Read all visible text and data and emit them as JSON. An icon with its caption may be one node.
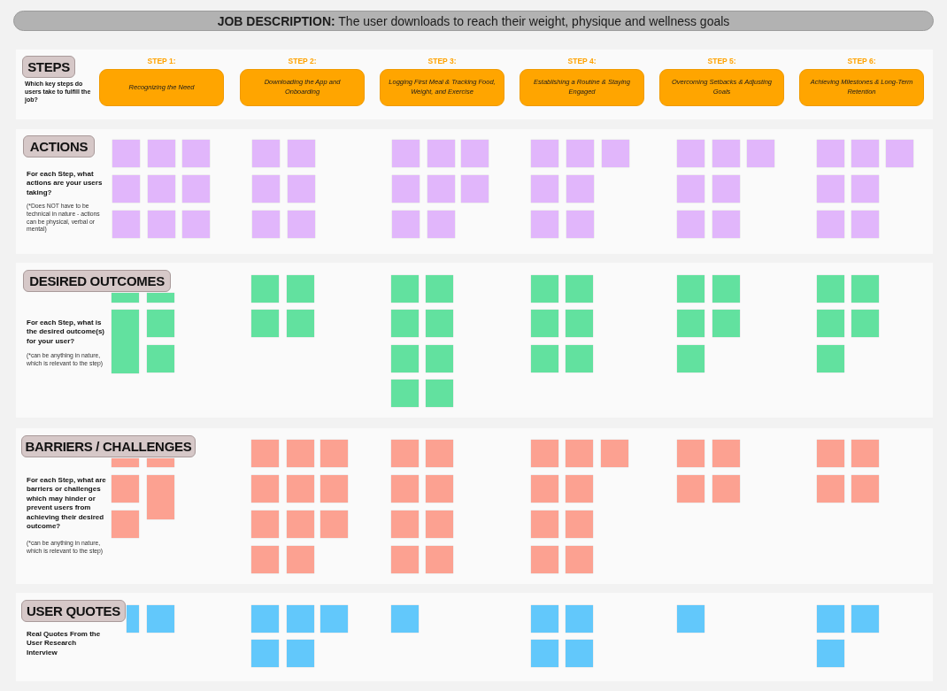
{
  "diagram": {
    "title": "**JOB DESCRIPTION:** The user downloads to reach their weight, physique and wellness goals",
    "nodes": [
      {
        "text": [
          "Which key steps do users take to fulfill the job?"
        ]
      },
      {
        "text": [
          "STEPS"
        ],
        "in": 0
      },
      {
        "text": [
          "STEP 1:",
          "Recognizing the Need"
        ],
        "in": 0
      },
      {
        "text": [
          "STEP 2:",
          "Downloading the App and Onboarding"
        ],
        "in": 0
      },
      {
        "text": [
          "STEP 3:",
          "Logging First Meal & Tracking Food, Weight, and Exercise"
        ],
        "in": 0
      },
      {
        "text": [
          "STEP 4:",
          "Establishing a Routine & Staying Engaged"
        ],
        "in": 0
      },
      {
        "text": [
          "STEP 5:",
          "Overcoming Setbacks & Adjusting Goals"
        ],
        "in": 0
      },
      {
        "text": [
          "STEP 6:",
          "Achieving Milestones & Long-Term Retention"
        ],
        "in": 0
      },
      {
        "text": [
          "For each Step, what actions are your users taking?",
          "(*Does NOT have to be technical in nature - actions can be physical, verbal or mental)"
        ]
      },
      {
        "text": [
          "ACTIONS"
        ],
        "in": 8
      },
      {
        "text": [],
        "shape": "box",
        "in": 8
      },
      {
        "text": [],
        "shape": "box",
        "in": 8
      },
      {
        "text": [],
        "shape": "box",
        "in": 8
      },
      {
        "text": [],
        "shape": "box",
        "in": 8
      },
      {
        "text": [],
        "shape": "box",
        "in": 8
      },
      {
        "text": [],
        "shape": "box",
        "in": 8
      },
      {
        "text": [],
        "shape": "box",
        "in": 8
      },
      {
        "text": [],
        "shape": "box",
        "in": 8
      },
      {
        "text": [],
        "shape": "box",
        "in": 8
      },
      {
        "text": [],
        "shape": "box",
        "in": 8
      },
      {
        "text": [],
        "shape": "box",
        "in": 8
      },
      {
        "text": [],
        "shape": "box",
        "in": 8
      },
      {
        "text": [],
        "shape": "box",
        "in": 8
      },
      {
        "text": [],
        "shape": "box",
        "in": 8
      },
      {
        "text": [],
        "shape": "box",
        "in": 8
      },
      {
        "text": [],
        "shape": "box",
        "in": 8
      },
      {
        "text": [],
        "shape": "box",
        "in": 8
      },
      {
        "text": [],
        "shape": "box",
        "in": 8
      },
      {
        "text": [],
        "shape": "box",
        "in": 8
      },
      {
        "text": [],
        "shape": "box",
        "in": 8
      },
      {
        "text": [],
        "shape": "box",
        "in": 8
      },
      {
        "text": [],
        "shape": "box",
        "in": 8
      },
      {
        "text": [],
        "shape": "box",
        "in": 8
      },
      {
        "text": [],
        "shape": "box",
        "in": 8
      },
      {
        "text": [],
        "shape": "box",
        "in": 8
      },
      {
        "text": [],
        "shape": "box",
        "in": 8
      },
      {
        "text": [],
        "shape": "box",
        "in": 8
      },
      {
        "text": [],
        "shape": "box",
        "in": 8
      },
      {
        "text": [],
        "shape": "box",
        "in": 8
      },
      {
        "text": [],
        "shape": "box",
        "in": 8
      },
      {
        "text": [],
        "shape": "box",
        "in": 8
      },
      {
        "text": [],
        "shape": "box",
        "in": 8
      },
      {
        "text": [],
        "shape": "box",
        "in": 8
      },
      {
        "text": [],
        "shape": "box",
        "in": 8
      },
      {
        "text": [],
        "shape": "box",
        "in": 8
      },
      {
        "text": [],
        "shape": "box",
        "in": 8
      },
      {
        "text": [],
        "shape": "box",
        "in": 8
      },
      {
        "text": [],
        "shape": "box",
        "in": 8
      },
      {
        "text": [],
        "shape": "box",
        "in": 8
      },
      {
        "text": [],
        "shape": "box",
        "in": 8
      },
      {
        "text": [],
        "shape": "box",
        "in": 8
      },
      {
        "text": [],
        "shape": "box",
        "in": 8
      },
      {
        "text": [],
        "shape": "box",
        "in": 8
      },
      {
        "text": [],
        "shape": "box",
        "in": 8
      },
      {
        "text": [
          "For each Step, what is the desired outcome(s) for your user?",
          "(*can be anything in nature, which is relevant to the step)"
        ]
      },
      {
        "text": [
          "DESIRED OUTCOMES"
        ],
        "in": 54
      },
      {
        "text": [],
        "shape": "box",
        "in": 54
      },
      {
        "text": [],
        "shape": "box",
        "in": 54
      },
      {
        "text": [],
        "shape": "box",
        "in": 54
      },
      {
        "text": [],
        "shape": "box",
        "in": 54
      },
      {
        "text": [],
        "shape": "box",
        "in": 54
      },
      {
        "text": [],
        "shape": "box",
        "in": 54
      },
      {
        "text": [],
        "shape": "box",
        "in": 54
      },
      {
        "text": [],
        "shape": "box",
        "in": 54
      },
      {
        "text": [],
        "shape": "box",
        "in": 54
      },
      {
        "text": [],
        "shape": "box",
        "in": 54
      },
      {
        "text": [],
        "shape": "box",
        "in": 54
      },
      {
        "text": [],
        "shape": "box",
        "in": 54
      },
      {
        "text": [],
        "shape": "box",
        "in": 54
      },
      {
        "text": [],
        "shape": "box",
        "in": 54
      },
      {
        "text": [],
        "shape": "box",
        "in": 54
      },
      {
        "text": [],
        "shape": "box",
        "in": 54
      },
      {
        "text": [],
        "shape": "box",
        "in": 54
      },
      {
        "text": [],
        "shape": "box",
        "in": 54
      },
      {
        "text": [],
        "shape": "box",
        "in": 54
      },
      {
        "text": [],
        "shape": "box",
        "in": 54
      },
      {
        "text": [],
        "shape": "box",
        "in": 54
      },
      {
        "text": [],
        "shape": "box",
        "in": 54
      },
      {
        "text": [],
        "shape": "box",
        "in": 54
      },
      {
        "text": [],
        "shape": "box",
        "in": 54
      },
      {
        "text": [],
        "shape": "box",
        "in": 54
      },
      {
        "text": [],
        "shape": "box",
        "in": 54
      },
      {
        "text": [],
        "shape": "box",
        "in": 54
      },
      {
        "text": [],
        "shape": "box",
        "in": 54
      },
      {
        "text": [],
        "shape": "box",
        "in": 54
      },
      {
        "text": [],
        "shape": "box",
        "in": 54
      },
      {
        "text": [],
        "shape": "box",
        "in": 54
      },
      {
        "text": [],
        "shape": "box",
        "in": 54
      },
      {
        "text": [],
        "shape": "box",
        "in": 54
      },
      {
        "text": [
          "For each Step, what are barriers or challenges which may hinder or prevent users from achieving their desired outcome?",
          "(*can be anything in nature, which is relevant to the step)"
        ]
      },
      {
        "text": [
          "BARRIERS / CHALLENGES"
        ],
        "in": 89
      },
      {
        "text": [],
        "shape": "box",
        "in": 89
      },
      {
        "text": [],
        "shape": "box",
        "in": 89
      },
      {
        "text": [],
        "shape": "box",
        "in": 89
      },
      {
        "text": [],
        "shape": "box",
        "in": 89
      },
      {
        "text": [],
        "shape": "box",
        "in": 89
      },
      {
        "text": [],
        "shape": "box",
        "in": 89
      },
      {
        "text": [],
        "shape": "box",
        "in": 89
      },
      {
        "text": [],
        "shape": "box",
        "in": 89
      },
      {
        "text": [],
        "shape": "box",
        "in": 89
      },
      {
        "text": [],
        "shape": "box",
        "in": 89
      },
      {
        "text": [],
        "shape": "box",
        "in": 89
      },
      {
        "text": [],
        "shape": "box",
        "in": 89
      },
      {
        "text": [],
        "shape": "box",
        "in": 89
      },
      {
        "text": [],
        "shape": "box",
        "in": 89
      },
      {
        "text": [],
        "shape": "box",
        "in": 89
      },
      {
        "text": [],
        "shape": "box",
        "in": 89
      },
      {
        "text": [],
        "shape": "box",
        "in": 89
      },
      {
        "text": [],
        "shape": "box",
        "in": 89
      },
      {
        "text": [],
        "shape": "box",
        "in": 89
      },
      {
        "text": [],
        "shape": "box",
        "in": 89
      },
      {
        "text": [],
        "shape": "box",
        "in": 89
      },
      {
        "text": [],
        "shape": "box",
        "in": 89
      },
      {
        "text": [],
        "shape": "box",
        "in": 89
      },
      {
        "text": [],
        "shape": "box",
        "in": 89
      },
      {
        "text": [],
        "shape": "box",
        "in": 89
      },
      {
        "text": [],
        "shape": "box",
        "in": 89
      },
      {
        "text": [],
        "shape": "box",
        "in": 89
      },
      {
        "text": [],
        "shape": "box",
        "in": 89
      },
      {
        "text": [],
        "shape": "box",
        "in": 89
      },
      {
        "text": [],
        "shape": "box",
        "in": 89
      },
      {
        "text": [],
        "shape": "box",
        "in": 89
      },
      {
        "text": [],
        "shape": "box",
        "in": 89
      },
      {
        "text": [],
        "shape": "box",
        "in": 89
      },
      {
        "text": [],
        "shape": "box",
        "in": 89
      },
      {
        "text": [],
        "shape": "box",
        "in": 89
      },
      {
        "text": [],
        "shape": "box",
        "in": 89
      },
      {
        "text": [],
        "shape": "box",
        "in": 89
      },
      {
        "text": [],
        "shape": "box",
        "in": 89
      },
      {
        "text": [],
        "shape": "box",
        "in": 89
      },
      {
        "text": [],
        "shape": "box",
        "in": 89
      },
      {
        "text": [],
        "shape": "box",
        "in": 89
      },
      {
        "text": [
          "Real Quotes From the User Research Interview"
        ]
      },
      {
        "text": [
          "USER QUOTES"
        ],
        "in": 132
      },
      {
        "text": [],
        "shape": "box",
        "in": 132
      },
      {
        "text": [],
        "shape": "box",
        "in": 132
      },
      {
        "text": [],
        "shape": "box",
        "in": 132
      },
      {
        "text": [],
        "shape": "box",
        "in": 132
      },
      {
        "text": [],
        "shape": "box",
        "in": 132
      },
      {
        "text": [],
        "shape": "box",
        "in": 132
      },
      {
        "text": [],
        "shape": "box",
        "in": 132
      },
      {
        "text": [],
        "shape": "box",
        "in": 132
      },
      {
        "text": [],
        "shape": "box",
        "in": 132
      },
      {
        "text": [],
        "shape": "box",
        "in": 132
      },
      {
        "text": [],
        "shape": "box",
        "in": 132
      },
      {
        "text": [],
        "shape": "box",
        "in": 132
      },
      {
        "text": [],
        "shape": "box",
        "in": 132
      },
      {
        "text": [],
        "shape": "box",
        "in": 132
      },
      {
        "text": [],
        "shape": "box",
        "in": 132
      },
      {
        "text": [],
        "shape": "box",
        "in": 132
      }
    ]
  }
}
